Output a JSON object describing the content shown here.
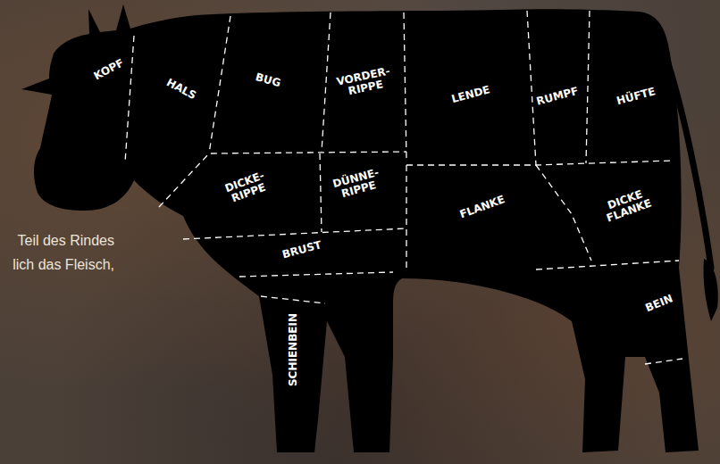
{
  "diagram": {
    "labels": [
      "KOPF",
      "HALS",
      "BUG",
      "VORDER- RIPPE",
      "LENDE",
      "RUMPF",
      "HÜFTE",
      "DICKE- RIPPE",
      "DÜNNE- RIPPE",
      "FLANKE",
      "DICKE FLANKE",
      "BRUST",
      "SCHIENBEIN",
      "BEIN",
      "Teil des Rindes",
      "lich das Fleisch,"
    ]
  }
}
